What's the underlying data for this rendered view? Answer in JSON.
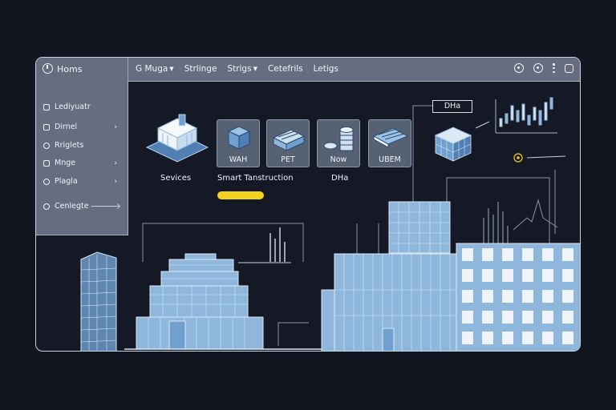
{
  "topbar": {
    "home_label": "Homs",
    "nav": [
      {
        "label": "G Muga",
        "has_caret": true
      },
      {
        "label": "Strlinge",
        "has_caret": false
      },
      {
        "label": "Strigs",
        "has_caret": true
      },
      {
        "label": "Cetefrils",
        "has_caret": false
      },
      {
        "label": "Letigs",
        "has_caret": false
      }
    ],
    "icons": [
      "settings-circle-icon",
      "user-circle-icon",
      "more-vertical-icon",
      "window-square-icon"
    ]
  },
  "sidebar": {
    "items": [
      {
        "label": "Lediyuatr",
        "icon": "document-icon",
        "chevron": false
      },
      {
        "label": "Dirnel",
        "icon": "panel-icon",
        "chevron": true
      },
      {
        "label": "Rriglets",
        "icon": "search-icon",
        "chevron": false
      },
      {
        "label": "Mnge",
        "icon": "image-icon",
        "chevron": true
      },
      {
        "label": "Plagla",
        "icon": "plugin-icon",
        "chevron": true
      },
      {
        "label": "Cenlegte",
        "icon": "link-icon",
        "chevron": false,
        "arrow": true
      }
    ]
  },
  "main": {
    "cards": [
      {
        "label": "WAH",
        "icon": "cube-icon"
      },
      {
        "label": "PET",
        "icon": "server-icon"
      },
      {
        "label": "Now",
        "icon": "coins-icon"
      },
      {
        "label": "UBEM",
        "icon": "solar-panel-icon"
      }
    ],
    "captions": {
      "services": "Sevices",
      "smart": "Smart Tanstruction",
      "dha_caption": "DHa",
      "dha_box": "DHa"
    },
    "accent_color": "#f3d21f",
    "building_color": "#8fb7dc"
  }
}
